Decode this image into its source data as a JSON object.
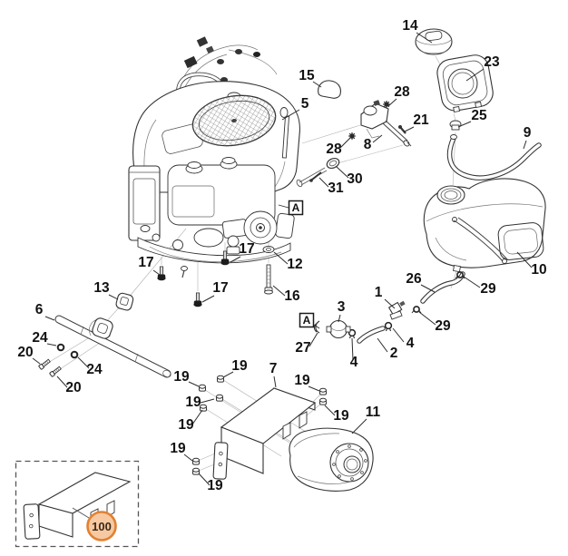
{
  "figure": {
    "type": "exploded-parts-diagram",
    "subject": "engine-assembly",
    "background": "#ffffff",
    "line_color": "#333333"
  },
  "callouts": [
    {
      "label": "14"
    },
    {
      "label": "23"
    },
    {
      "label": "15"
    },
    {
      "label": "5"
    },
    {
      "label": "28"
    },
    {
      "label": "21"
    },
    {
      "label": "25"
    },
    {
      "label": "9"
    },
    {
      "label": "28"
    },
    {
      "label": "8"
    },
    {
      "label": "30"
    },
    {
      "label": "31"
    },
    {
      "label": "10"
    },
    {
      "label": "26"
    },
    {
      "label": "29"
    },
    {
      "label": "1"
    },
    {
      "label": "29"
    },
    {
      "label": "3"
    },
    {
      "label": "27"
    },
    {
      "label": "4"
    },
    {
      "label": "2"
    },
    {
      "label": "4"
    },
    {
      "label": "16"
    },
    {
      "label": "12"
    },
    {
      "label": "17"
    },
    {
      "label": "17"
    },
    {
      "label": "17"
    },
    {
      "label": "13"
    },
    {
      "label": "6"
    },
    {
      "label": "24"
    },
    {
      "label": "20"
    },
    {
      "label": "24"
    },
    {
      "label": "20"
    },
    {
      "label": "7"
    },
    {
      "label": "19"
    },
    {
      "label": "19"
    },
    {
      "label": "19"
    },
    {
      "label": "19"
    },
    {
      "label": "19"
    },
    {
      "label": "19"
    },
    {
      "label": "19"
    },
    {
      "label": "19"
    },
    {
      "label": "11"
    }
  ],
  "section_markers": [
    {
      "label": "A"
    },
    {
      "label": "A"
    }
  ],
  "highlight": {
    "label": "100",
    "fill": "#f7c9a2",
    "ring": "#e28132",
    "text_color": "#3a2817"
  }
}
